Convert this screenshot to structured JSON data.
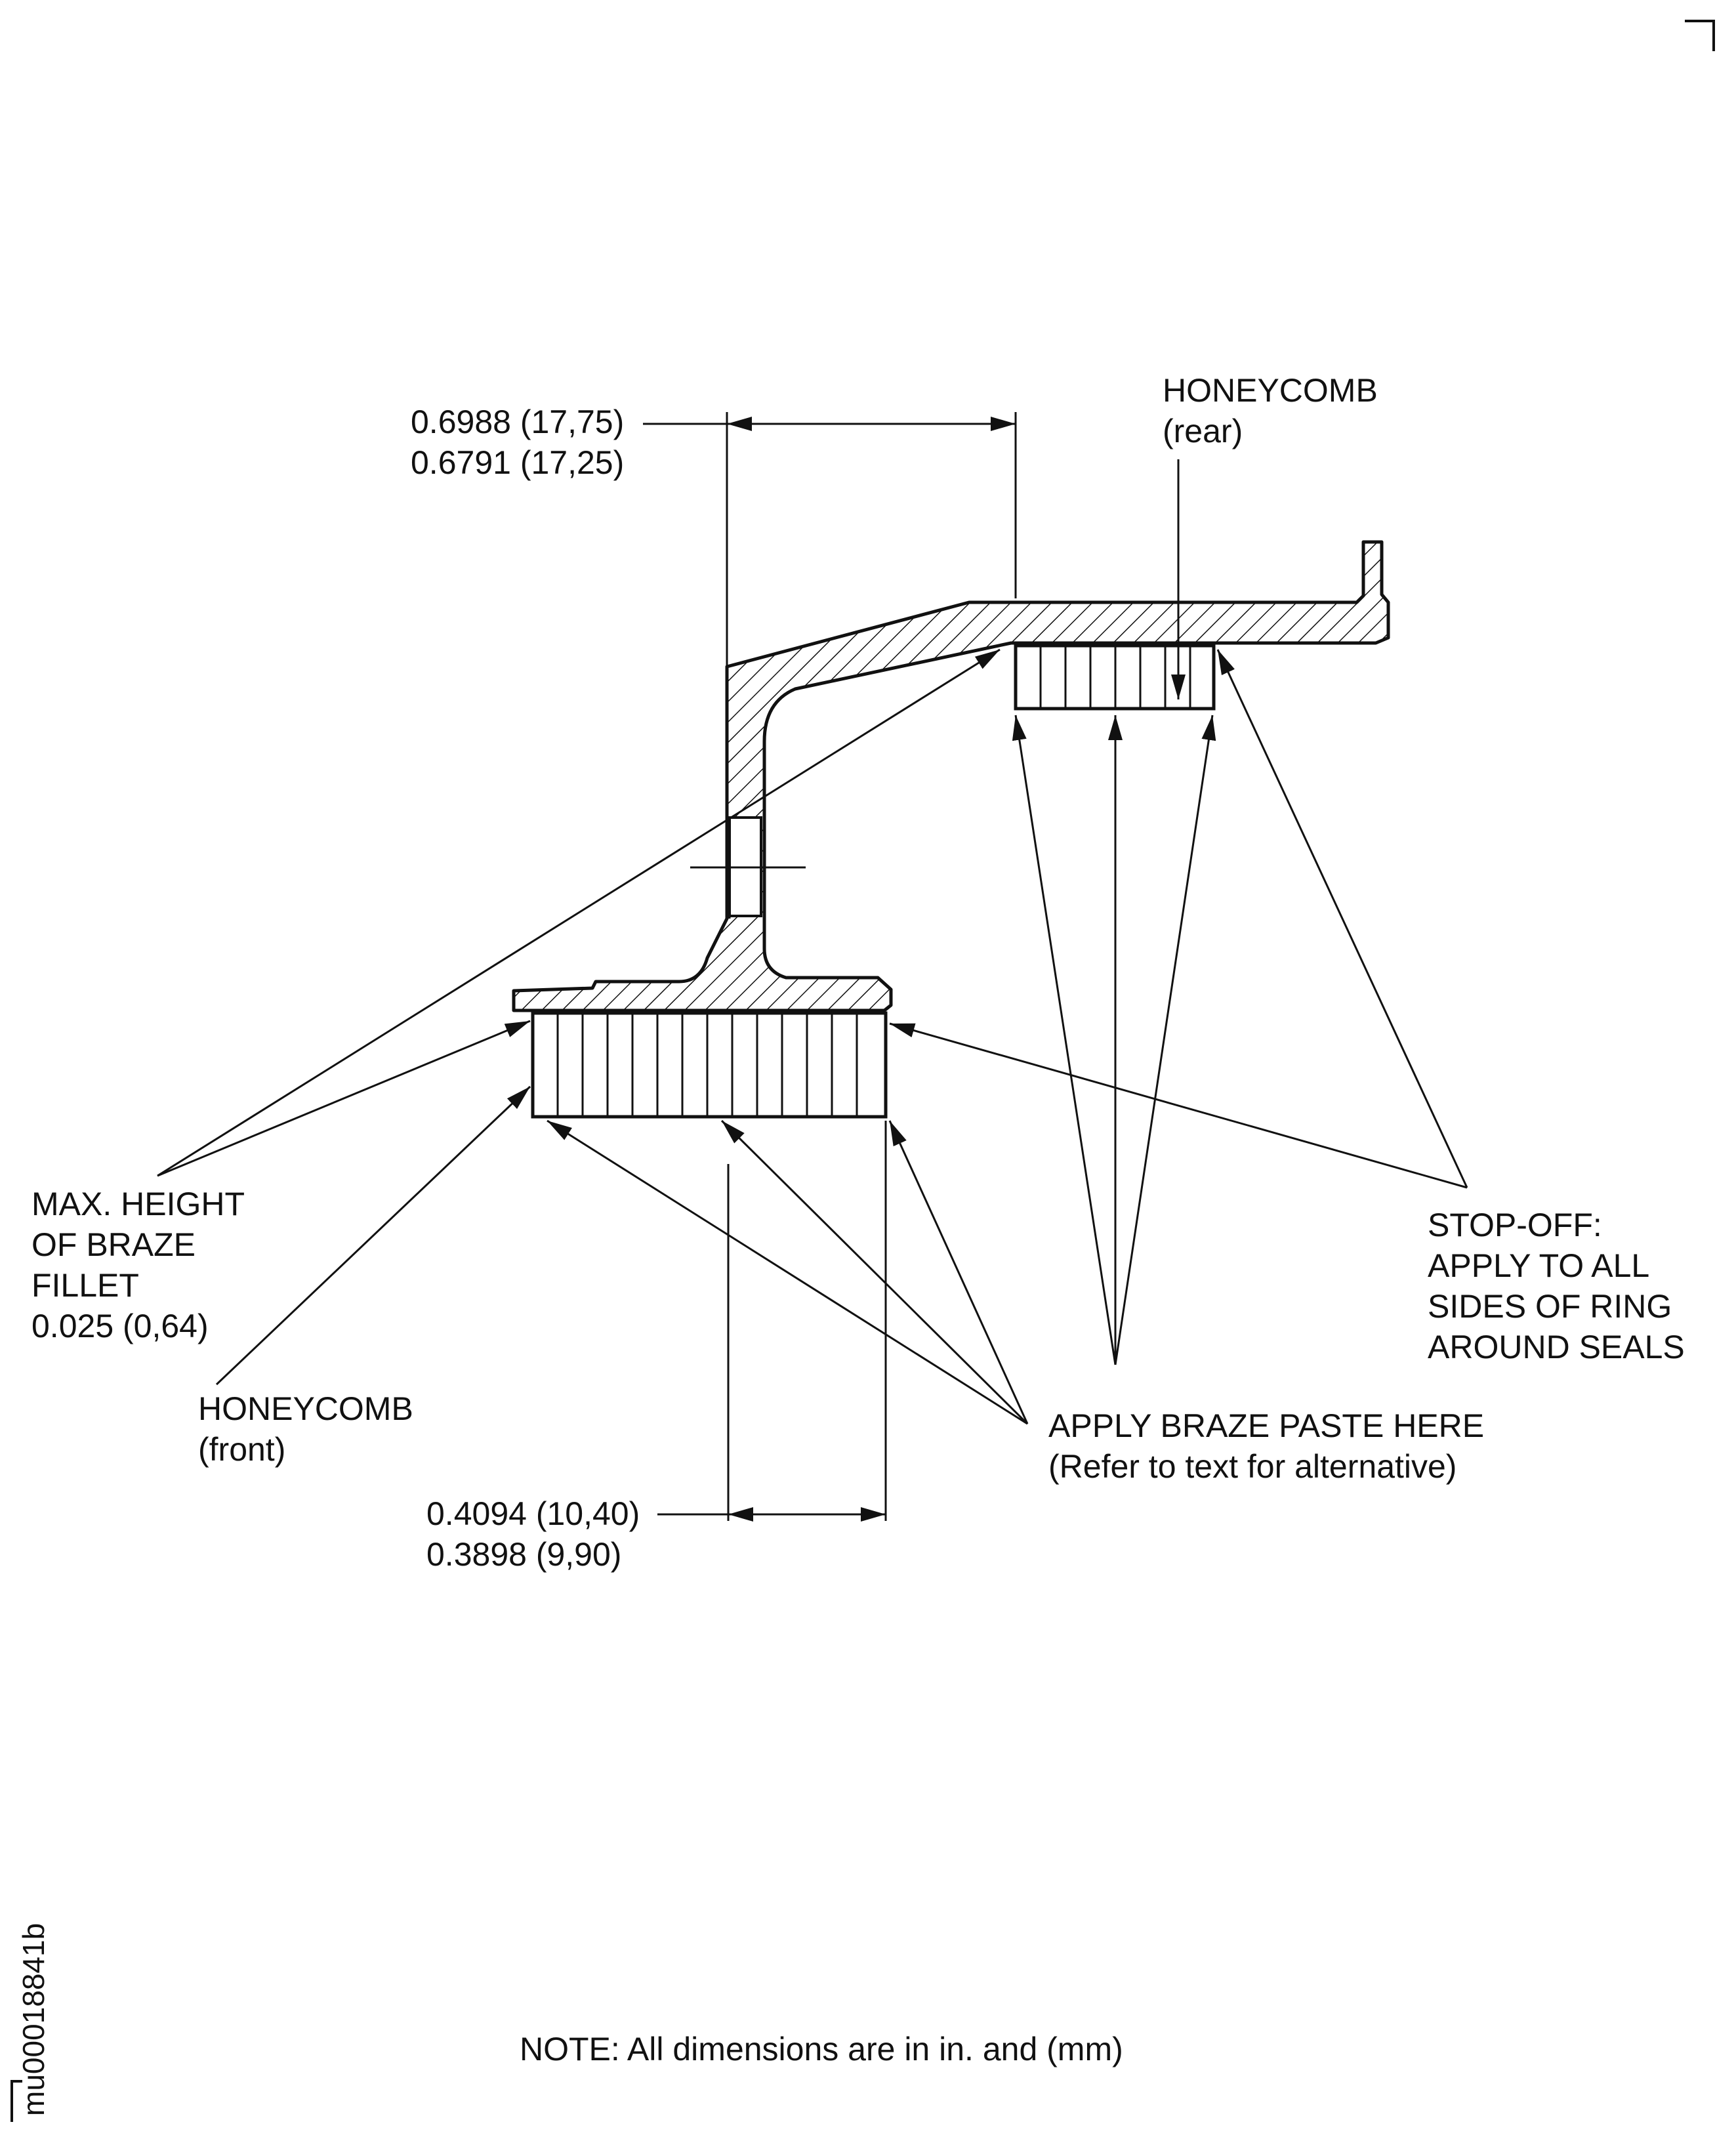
{
  "dimensions": {
    "upper": {
      "max": "0.6988 (17,75)",
      "min": "0.6791 (17,25)"
    },
    "lower": {
      "max": "0.4094 (10,40)",
      "min": "0.3898 (9,90)"
    }
  },
  "callouts": {
    "honeycomb_rear": {
      "line1": "HONEYCOMB",
      "line2": "(rear)"
    },
    "honeycomb_front": {
      "line1": "HONEYCOMB",
      "line2": "(front)"
    },
    "braze_fillet": {
      "line1": "MAX. HEIGHT",
      "line2": "OF BRAZE",
      "line3": "FILLET",
      "line4": "0.025 (0,64)"
    },
    "stop_off": {
      "line1": "STOP-OFF:",
      "line2": "APPLY TO ALL",
      "line3": "SIDES OF RING",
      "line4": "AROUND SEALS"
    },
    "braze_paste": {
      "line1": "APPLY BRAZE PASTE HERE",
      "line2": "(Refer to text for alternative)"
    }
  },
  "note": "NOTE: All dimensions are in in. and (mm)",
  "figure_id": "mu00018841b"
}
